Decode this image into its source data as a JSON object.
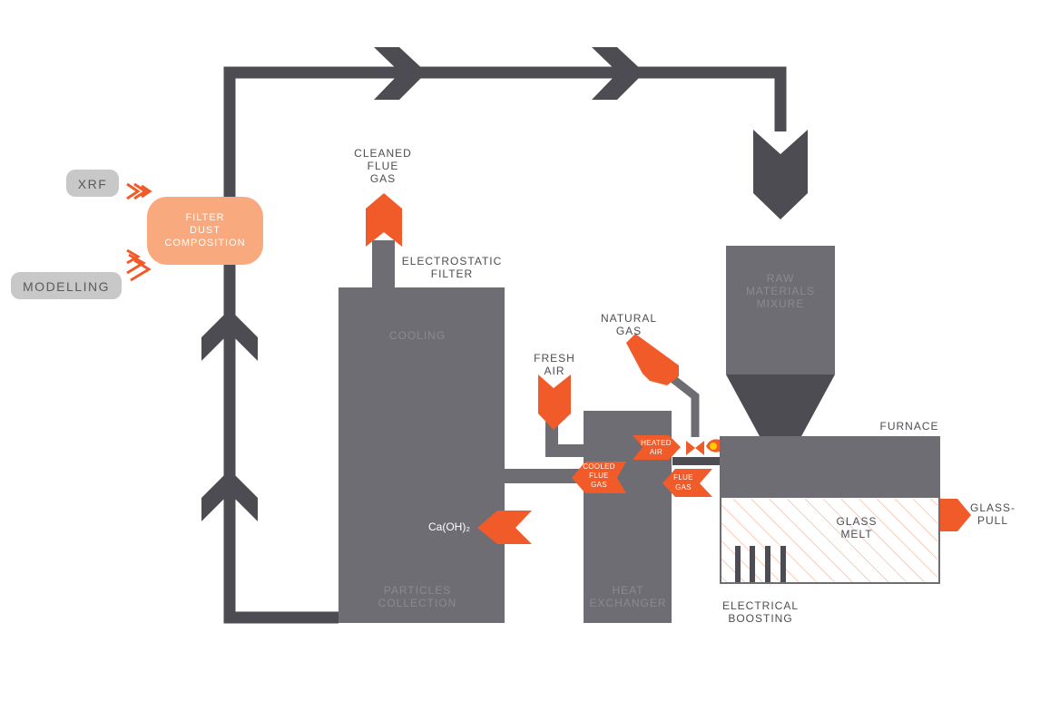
{
  "colors": {
    "pipe": "#4d4c52",
    "block": "#6e6d73",
    "accent": "#f15a29",
    "peach": "#f8a97e",
    "pill": "#c8c8c8",
    "hatch": "#f6a98a"
  },
  "inputs": {
    "xrf": "XRF",
    "modelling": "MODELLING"
  },
  "filter_dust": [
    "FILTER",
    "DUST",
    "COMPOSITION"
  ],
  "cleaned_flue_gas": [
    "CLEANED",
    "FLUE",
    "GAS"
  ],
  "electrostatic_filter": [
    "ELECTROSTATIC",
    "FILTER"
  ],
  "cooling": "COOLING",
  "particles_collection": [
    "PARTICLES",
    "COLLECTION"
  ],
  "caoh2": "Ca(OH)₂",
  "fresh_air": [
    "FRESH",
    "AIR"
  ],
  "natural_gas": [
    "NATURAL",
    "GAS"
  ],
  "heated_air": [
    "HEATED",
    "AIR"
  ],
  "cooled_flue_gas": [
    "COOLED",
    "FLUE",
    "GAS"
  ],
  "flue_gas": [
    "FLUE",
    "GAS"
  ],
  "heat_exchanger": [
    "HEAT",
    "EXCHANGER"
  ],
  "raw_materials": [
    "RAW",
    "MATERIALS",
    "MIXURE"
  ],
  "furnace": "FURNACE",
  "glass_melt": [
    "GLASS",
    "MELT"
  ],
  "glass_pull": [
    "GLASS-",
    "PULL"
  ],
  "electrical_boosting": [
    "ELECTRICAL",
    "BOOSTING"
  ]
}
